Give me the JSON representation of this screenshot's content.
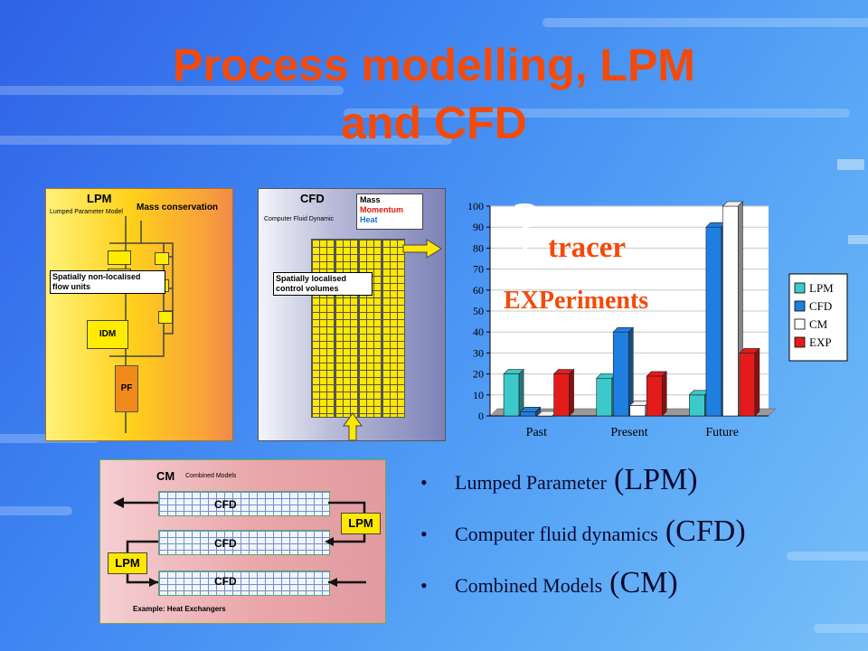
{
  "slide": {
    "title_line1": "Process modelling, LPM",
    "title_line2": "and CFD"
  },
  "lpm_panel": {
    "title": "LPM",
    "subtitle": "Lumped Parameter Model",
    "mass_label": "Mass conservation",
    "callout_line1": "Spatially non-localised",
    "callout_line2": "flow units",
    "idm": "IDM",
    "pf": "PF"
  },
  "cfd_panel": {
    "title": "CFD",
    "subtitle": "Computer Fluid Dynamic",
    "legend_mass": "Mass",
    "legend_momentum": "Momentum",
    "legend_heat": "Heat",
    "callout_line1": "Spatially localised",
    "callout_line2": "control volumes"
  },
  "cm_panel": {
    "title": "CM",
    "subtitle": "Combined Models",
    "cfd_labels": [
      "CFD",
      "CFD",
      "CFD"
    ],
    "lpm_right": "LPM",
    "lpm_left": "LPM",
    "footer": "Example: Heat Exchangers"
  },
  "annotations": {
    "question": "?",
    "tracer": "tracer",
    "experiments": "EXPeriments"
  },
  "chart_data": {
    "type": "bar",
    "categories": [
      "Past",
      "Present",
      "Future"
    ],
    "series": [
      {
        "name": "LPM",
        "values": [
          20,
          18,
          10
        ],
        "color": "#3cc9c9"
      },
      {
        "name": "CFD",
        "values": [
          2,
          40,
          90
        ],
        "color": "#1f7fe0"
      },
      {
        "name": "CM",
        "values": [
          0,
          5,
          100
        ],
        "color": "#ffffff"
      },
      {
        "name": "EXP",
        "values": [
          20,
          19,
          30
        ],
        "color": "#e41b1b"
      }
    ],
    "yticks": [
      "0",
      "10",
      "20",
      "30",
      "40",
      "50",
      "60",
      "70",
      "80",
      "90",
      "100"
    ],
    "ylim": [
      0,
      100
    ],
    "grid": true,
    "legend_position": "right"
  },
  "bullets": [
    {
      "text": "Lumped Parameter",
      "abbr": "(LPM)"
    },
    {
      "text": "Computer fluid dynamics",
      "abbr": "(CFD)"
    },
    {
      "text": "Combined Models",
      "abbr": "(CM)"
    }
  ],
  "colors": {
    "title": "#f34a0a",
    "bullet_text": "#0a0a30"
  }
}
